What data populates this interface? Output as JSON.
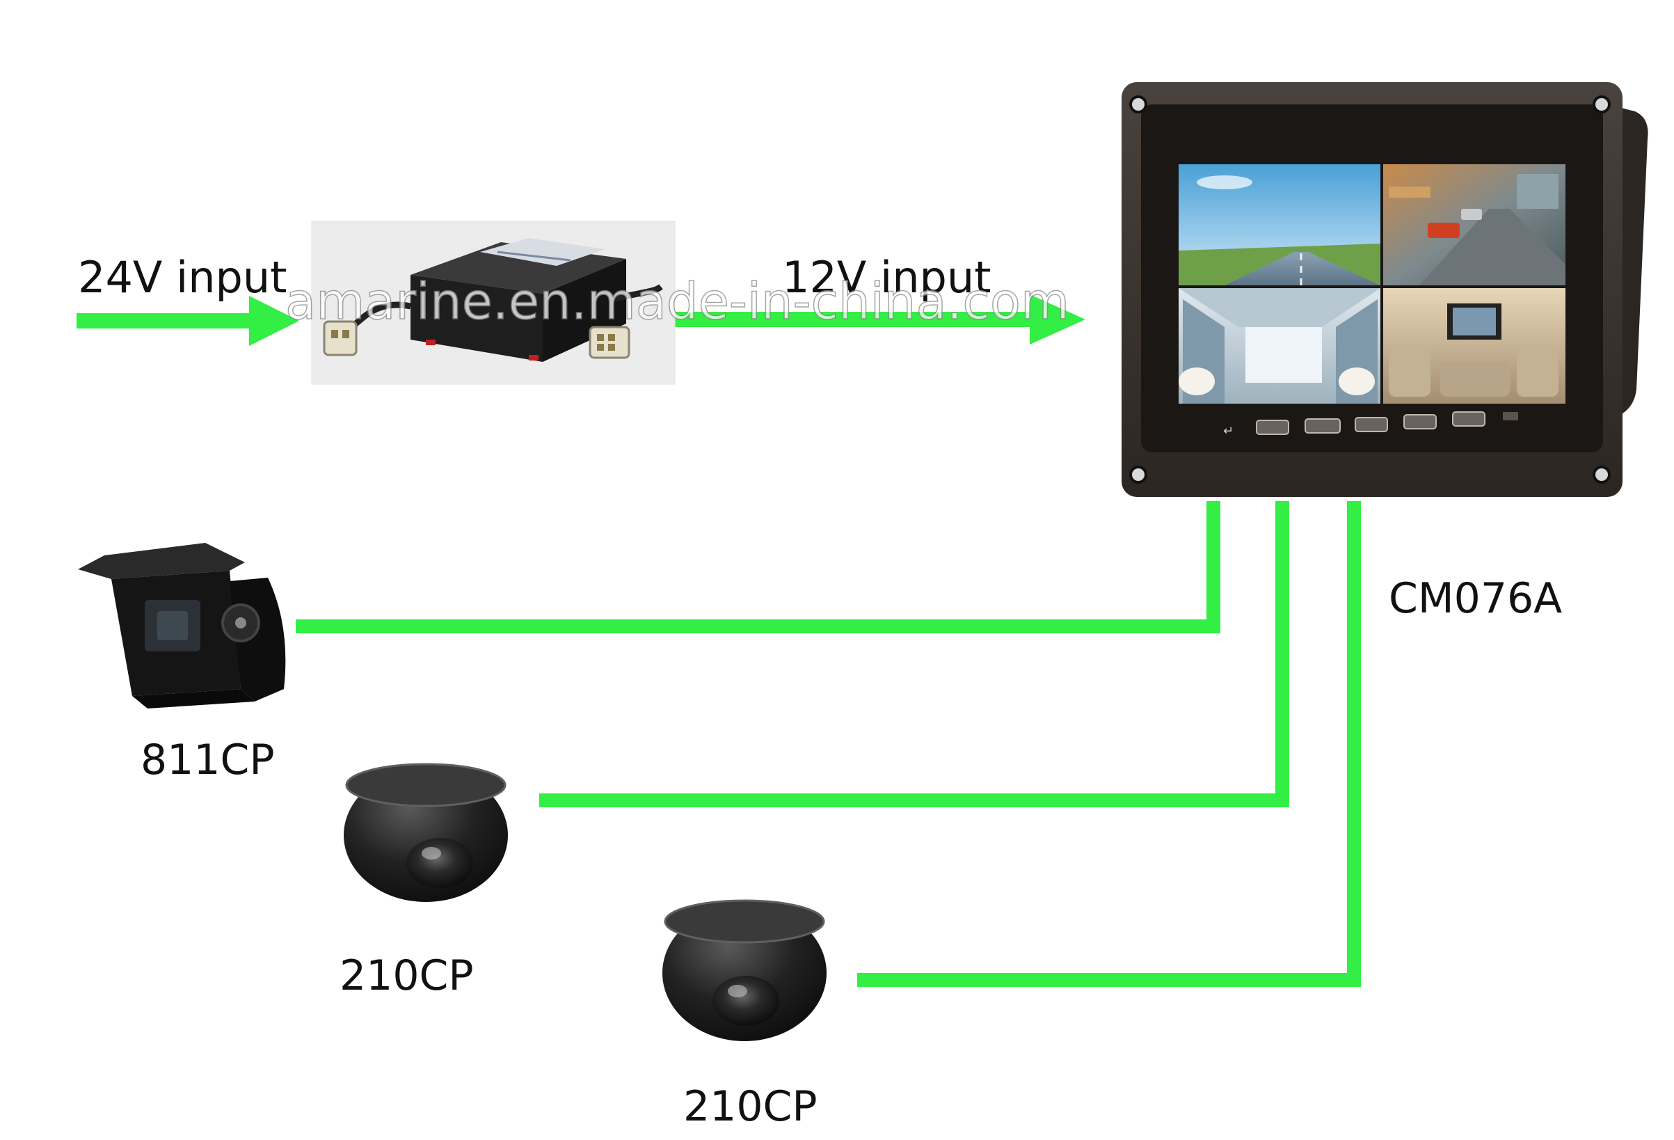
{
  "labels": {
    "input_24v": "24V input",
    "input_12v": "12V input",
    "monitor_model": "CM076A",
    "camera_1_model": "811CP",
    "camera_2_model": "210CP",
    "camera_3_model": "210CP"
  },
  "watermark": "amarine.en.made-in-china.com",
  "colors": {
    "wire": "#33ee44",
    "text": "#111111",
    "monitor_body": "#3a3430",
    "camera_body": "#1c1c1c"
  }
}
